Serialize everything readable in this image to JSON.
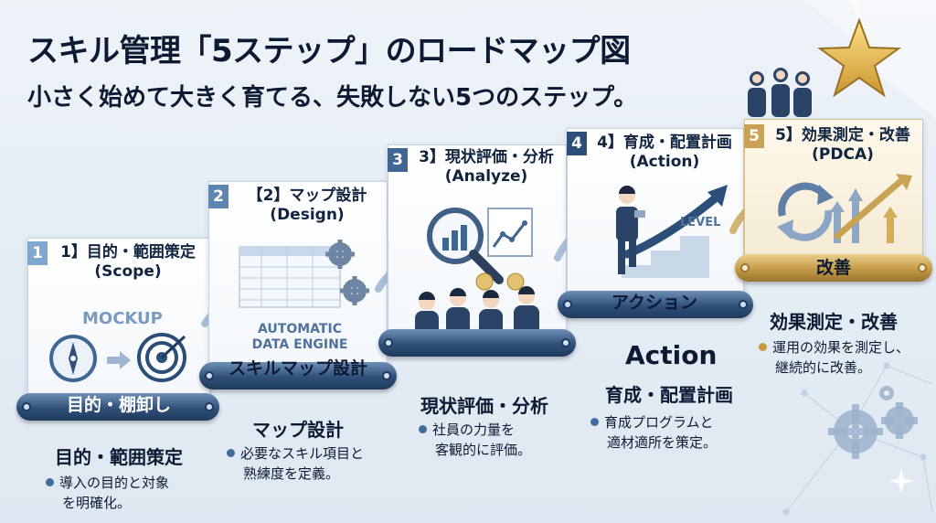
{
  "title": "スキル管理「5ステップ」のロードマップ図",
  "subtitle": "小さく始めて大きく育てる、失敗しない5つのステップ。",
  "colors": {
    "navy": "#1f3a5e",
    "gold": "#c9a253",
    "light_blue": "#7fa8cf"
  },
  "steps": [
    {
      "number": "1",
      "title": "1】目的・範囲策定",
      "title_en": "(Scope)",
      "card_text": "MOCKUP",
      "belt_label": "目的・棚卸し",
      "label": "目的・範囲策定",
      "desc_lines": [
        "導入の目的と対象",
        "を明確化。"
      ],
      "icons": [
        "compass-icon",
        "target-icon"
      ]
    },
    {
      "number": "2",
      "title": "【2】マップ設計",
      "title_en": "(Design)",
      "card_text": "AUTOMATIC DATA ENGINE",
      "belt_label": "スキルマップ設計",
      "label": "マップ設計",
      "desc_lines": [
        "必要なスキル項目と",
        "熟練度を定義。"
      ],
      "icons": [
        "spreadsheet-icon",
        "gear-icon"
      ]
    },
    {
      "number": "3",
      "title": "3】現状評価・分析",
      "title_en": "(Analyze)",
      "belt_label": "",
      "label": "現状評価・分析",
      "desc_lines": [
        "社員の力量を",
        "客観的に評価。"
      ],
      "icons": [
        "magnifier-chart-icon",
        "team-icon"
      ]
    },
    {
      "number": "4",
      "title": "4】育成・配置計画",
      "title_en": "(Action)",
      "card_text": "LEVEL",
      "belt_label": "アクション",
      "label": "Action",
      "label2": "育成・配置計画",
      "desc_lines": [
        "育成プログラムと",
        "適材適所を策定。"
      ],
      "icons": [
        "stairs-icon",
        "person-icon"
      ]
    },
    {
      "number": "5",
      "title": "5】効果測定・改善",
      "title_en": "(PDCA)",
      "belt_label": "改善",
      "label": "効果測定・改善",
      "desc_lines": [
        "運用の効果を測定し、",
        "継続的に改善。"
      ],
      "icons": [
        "cycle-arrows-icon",
        "growth-arrows-icon"
      ]
    }
  ]
}
